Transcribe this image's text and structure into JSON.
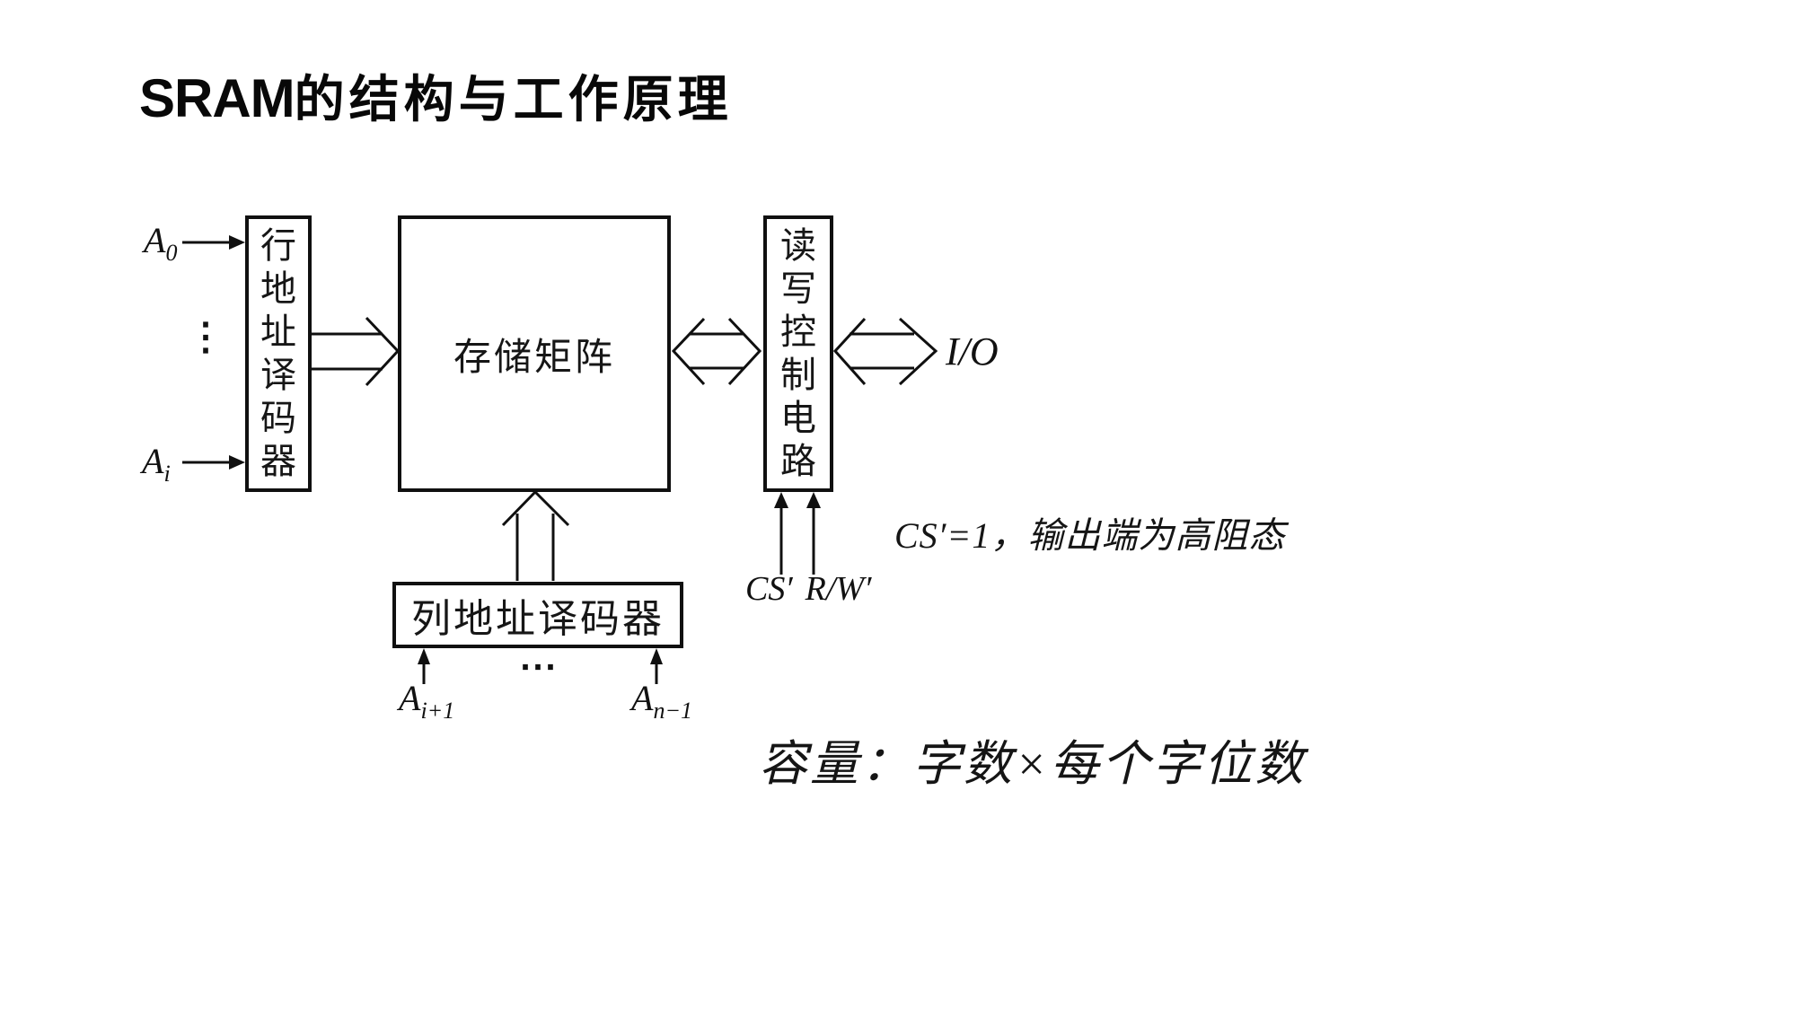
{
  "page": {
    "title_latin": "SRAM",
    "title_cjk": "的结构与工作原理"
  },
  "diagram": {
    "blocks": {
      "row_decoder": {
        "label": "行地址译码器"
      },
      "matrix": {
        "label": "存储矩阵"
      },
      "rw_control": {
        "label": "读写控制电路"
      },
      "col_decoder": {
        "label": "列地址译码器"
      }
    },
    "signals": {
      "a0": {
        "base": "A",
        "sub": "0"
      },
      "ai": {
        "base": "A",
        "sub": "i"
      },
      "ai1": {
        "base": "A",
        "sub": "i+1"
      },
      "an1": {
        "base": "A",
        "sub": "n−1"
      },
      "cs": "CS′",
      "rw": "R/W′",
      "io": "I/O",
      "vertical_ellipsis": "⋮",
      "horizontal_ellipsis": "⋯"
    },
    "notes": {
      "cs_high_z": "CS′=1，输出端为高阻态",
      "capacity": "容量：字数×每个字位数"
    }
  }
}
